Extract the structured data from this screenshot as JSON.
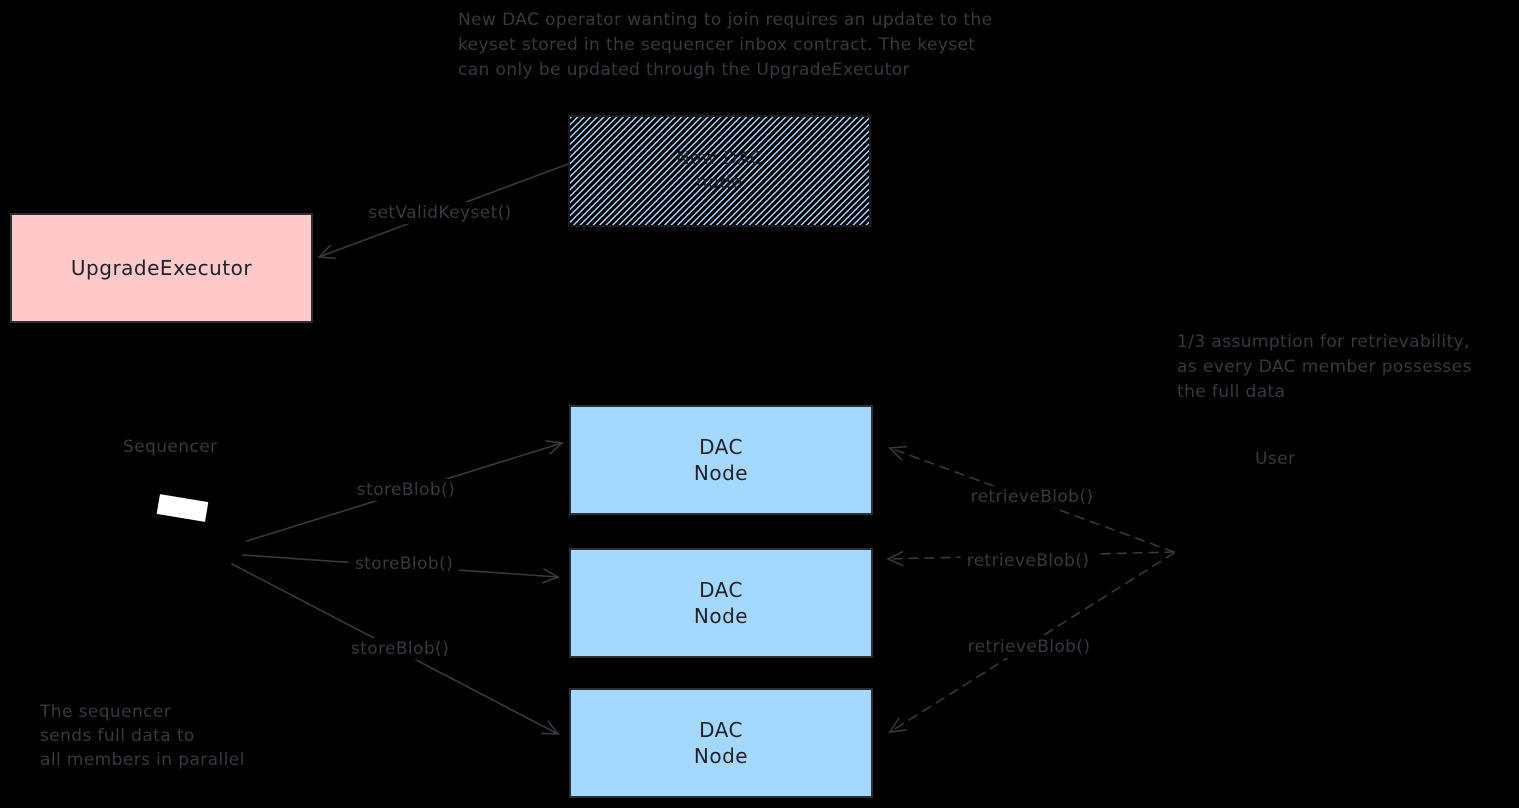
{
  "colors": {
    "background": "#000000",
    "stroke": "#343a40",
    "box_pink": "#ffc9c9",
    "box_blue": "#a5d8ff",
    "hatch_blue": "#a5d8ff",
    "icon_white": "#ffffff"
  },
  "notes": {
    "top": {
      "lines": [
        "New DAC operator wanting to join requires an update to the",
        "keyset stored in the sequencer inbox contract. The keyset",
        "can only be updated through the UpgradeExecutor"
      ]
    },
    "right": {
      "lines": [
        "1/3 assumption for retrievability,",
        "as every DAC member possesses",
        "the full data"
      ]
    },
    "bottom_left": {
      "lines": [
        "The sequencer",
        "sends full data to",
        "all members in parallel"
      ]
    }
  },
  "nodes": {
    "new_dac_node": {
      "lines": [
        "New DAC",
        "node"
      ]
    },
    "upgrade_executor": {
      "label": "UpgradeExecutor"
    },
    "dac_nodes": [
      {
        "lines": [
          "DAC",
          "Node"
        ]
      },
      {
        "lines": [
          "DAC",
          "Node"
        ]
      },
      {
        "lines": [
          "DAC",
          "Node"
        ]
      }
    ],
    "sequencer": {
      "label": "Sequencer"
    },
    "user": {
      "label": "User"
    }
  },
  "edges": {
    "set_valid_keyset": {
      "label": "setValidKeyset()"
    },
    "store_blob": [
      {
        "label": "storeBlob()"
      },
      {
        "label": "storeBlob()"
      },
      {
        "label": "storeBlob()"
      }
    ],
    "retrieve_blob": [
      {
        "label": "retrieveBlob()"
      },
      {
        "label": "retrieveBlob()"
      },
      {
        "label": "retrieveBlob()"
      }
    ]
  }
}
